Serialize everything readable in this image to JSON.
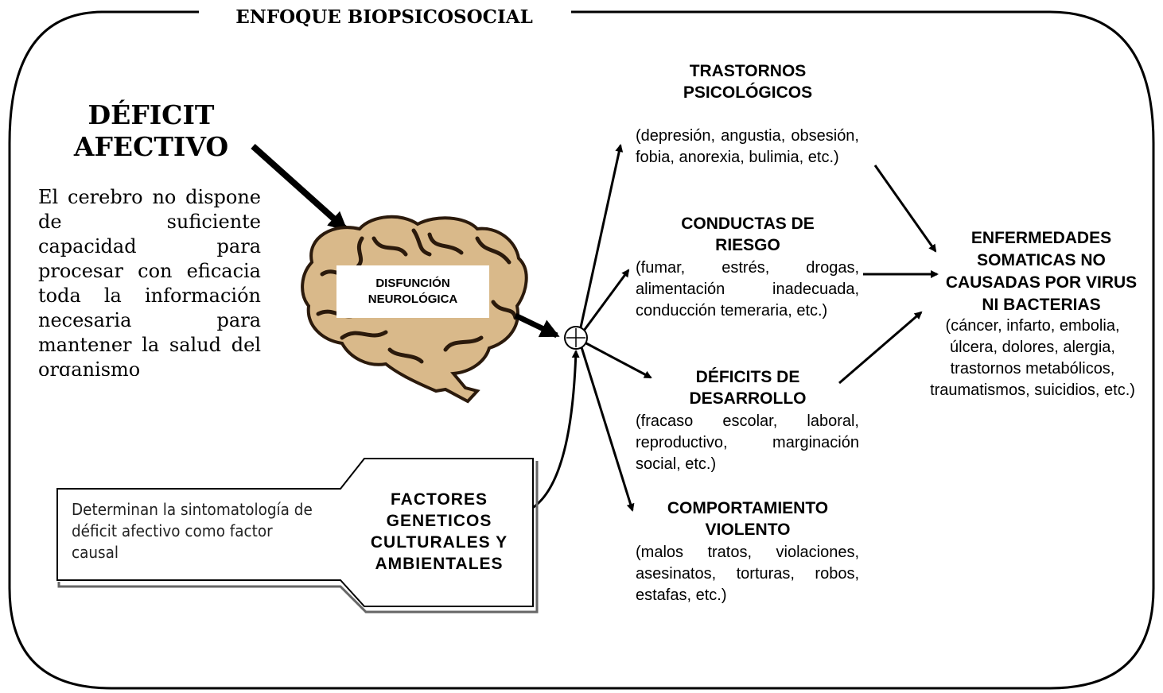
{
  "title": "ENFOQUE BIOPSICOSOCIAL",
  "deficit": {
    "heading": "DÉFICIT AFECTIVO",
    "body": "El cerebro no dispone de suficiente capacidad para procesar con eficacia toda la información necesaria para mantener la salud del organismo"
  },
  "brain_label": "DISFUNCIÓN NEUROLÓGICA",
  "junction_symbol": "⊕",
  "factors": {
    "note": "Determinan la sintomatología de déficit afectivo como factor causal",
    "heading": "FACTORES GENETICOS CULTURALES Y AMBIENTALES"
  },
  "outcomes": [
    {
      "heading": "TRASTORNOS PSICOLÓGICOS",
      "detail": "(depresión, angustia, obsesión, fobia, anorexia, bulimia, etc.)"
    },
    {
      "heading": "CONDUCTAS DE RIESGO",
      "detail": "(fumar, estrés, drogas, alimentación inadecuada, conducción temeraria, etc.)"
    },
    {
      "heading": "DÉFICITS DE DESARROLLO",
      "detail": "(fracaso escolar, laboral, reproductivo, marginación social, etc.)"
    },
    {
      "heading": "COMPORTAMIENTO VIOLENTO",
      "detail": "(malos tratos, violaciones, asesinatos, torturas, robos, estafas, etc.)"
    }
  ],
  "disease": {
    "heading": "ENFERMEDADES SOMATICAS NO CAUSADAS POR VIRUS NI BACTERIAS",
    "detail": "(cáncer, infarto, embolia, úlcera, dolores, alergia, trastornos metabólicos, traumatismos, suicidios, etc.)"
  },
  "colors": {
    "line": "#000000",
    "brain_fill": "#d9b98a",
    "brain_dark": "#2b1a0c"
  }
}
